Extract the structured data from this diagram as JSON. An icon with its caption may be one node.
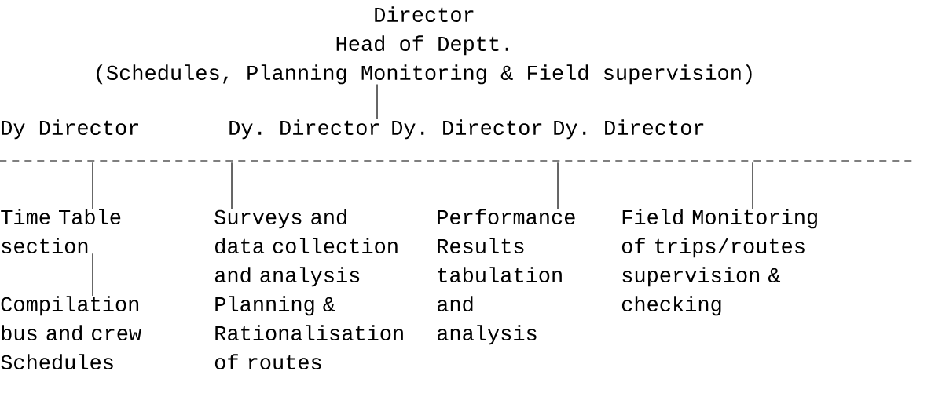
{
  "diagram": {
    "nodes": [
      {
        "text": [
          "Director",
          "Head of Deptt.",
          "(Schedules, Planning Monitoring & Field supervision)"
        ]
      },
      {
        "text": [
          "Dy Director"
        ]
      },
      {
        "text": [
          "Dy. Director"
        ]
      },
      {
        "text": [
          "Dy. Director"
        ]
      },
      {
        "text": [
          "Dy. Director"
        ]
      },
      {
        "text": [],
        "shape": "line"
      },
      {
        "text": [
          "Time Table section"
        ]
      },
      {
        "text": [
          "Surveys and data collection and analysis Planning & Rationalisation of routes"
        ]
      },
      {
        "text": [
          "Performance Results tabulation and analysis"
        ]
      },
      {
        "text": [
          "Field Monitoring of trips/routes supervision & checking"
        ]
      },
      {
        "text": [
          "Compilation bus and crew Schedules"
        ]
      }
    ],
    "edges": [
      {
        "from": 0,
        "to": 2,
        "arrow": "none"
      },
      {
        "from": 5,
        "to": 6,
        "arrow": "none"
      },
      {
        "from": 5,
        "to": 7,
        "arrow": "none"
      },
      {
        "from": 5,
        "to": 8,
        "arrow": "none"
      },
      {
        "from": 5,
        "to": 9,
        "arrow": "none"
      },
      {
        "from": 6,
        "to": 10,
        "arrow": "none"
      }
    ]
  }
}
